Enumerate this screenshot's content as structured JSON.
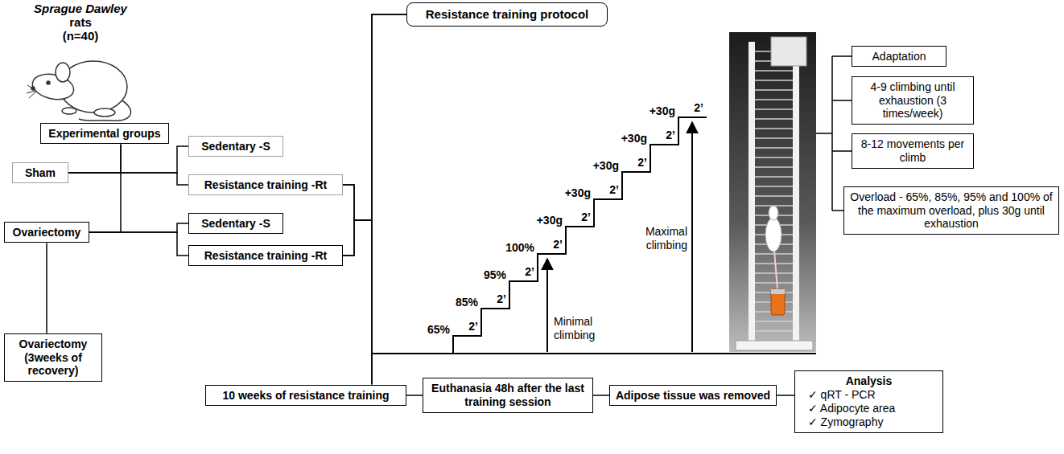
{
  "diagram": {
    "nodes": [
      {
        "text": [
          "Experimental groups"
        ]
      },
      {
        "text": [
          "Sham"
        ]
      },
      {
        "text": [
          "Sedentary -S"
        ]
      },
      {
        "text": [
          "Resistance training -Rt"
        ]
      },
      {
        "text": [
          "Ovariectomy"
        ]
      },
      {
        "text": [
          "Sedentary -S"
        ]
      },
      {
        "text": [
          "Resistance training -Rt"
        ]
      },
      {
        "text": [
          "Ovariectomy (3weeks of recovery)"
        ]
      },
      {
        "text": [
          "Resistance training protocol"
        ]
      },
      {
        "text": [
          "Adaptation"
        ]
      },
      {
        "text": [
          "4-9 climbing until exhaustion (3 times/week)"
        ]
      },
      {
        "text": [
          "8-12 movements per climb"
        ]
      },
      {
        "text": [
          "Overload - 65%, 85%, 95% and 100% of the maximum overload, plus 30g until exhaustion"
        ]
      },
      {
        "text": [
          "10 weeks of resistance training"
        ]
      },
      {
        "text": [
          "Euthanasia 48h after the last training session"
        ]
      },
      {
        "text": [
          "Adipose tissue was removed"
        ]
      },
      {
        "text": [
          "Analysis",
          "✓ qRT - PCR",
          "✓ Adipocyte area",
          "✓ Zymography"
        ]
      }
    ],
    "edges": [
      {
        "from": 0,
        "to": 1,
        "arrow": "none"
      },
      {
        "from": 0,
        "to": 4,
        "arrow": "none"
      },
      {
        "from": 1,
        "to": 2,
        "arrow": "none"
      },
      {
        "from": 1,
        "to": 3,
        "arrow": "none"
      },
      {
        "from": 4,
        "to": 5,
        "arrow": "none"
      },
      {
        "from": 4,
        "to": 6,
        "arrow": "none"
      },
      {
        "from": 4,
        "to": 7,
        "arrow": "none"
      },
      {
        "from": 3,
        "to": 8,
        "arrow": "none"
      },
      {
        "from": 6,
        "to": 8,
        "arrow": "none"
      },
      {
        "from": 3,
        "to": 13,
        "arrow": "none"
      },
      {
        "from": 6,
        "to": 13,
        "arrow": "none"
      },
      {
        "from": 13,
        "to": 14,
        "arrow": "none"
      },
      {
        "from": 14,
        "to": 15,
        "arrow": "none"
      },
      {
        "from": 15,
        "to": 16,
        "arrow": "none"
      }
    ],
    "labels": [
      "Sprague Dawley",
      "rats",
      "(n=40)",
      "65%",
      "2’",
      "85%",
      "2’",
      "95%",
      "2’",
      "100%",
      "2’",
      "+30g",
      "2’",
      "+30g",
      "2’",
      "+30g",
      "2’",
      "+30g",
      "2’",
      "+30g",
      "2’",
      "Minimal climbing",
      "Maximal climbing"
    ]
  }
}
